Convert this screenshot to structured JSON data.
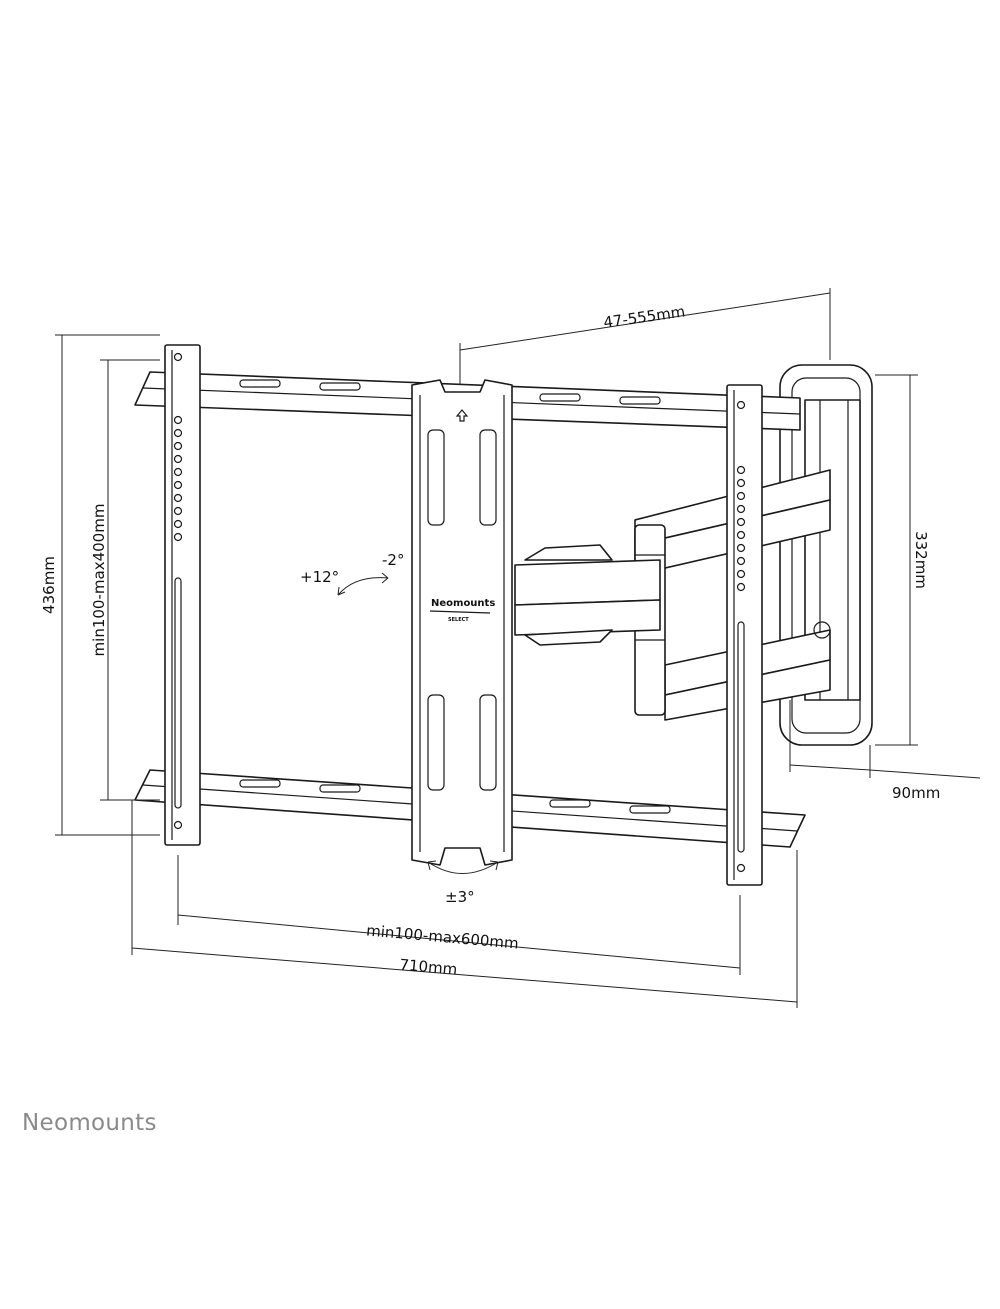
{
  "dimensions": {
    "depth": "47-555mm",
    "total_height": "436mm",
    "vesa_height": "min100-max400mm",
    "wall_plate_height": "332mm",
    "wall_plate_width": "90mm",
    "vesa_width": "min100-max600mm",
    "total_width": "710mm"
  },
  "angles": {
    "tilt_up": "+12°",
    "tilt_down": "-2°",
    "rotation": "±3°"
  },
  "plate_branding": {
    "brand": "Neomounts",
    "line": "SELECT"
  },
  "footer": {
    "logo": "Neomounts"
  }
}
